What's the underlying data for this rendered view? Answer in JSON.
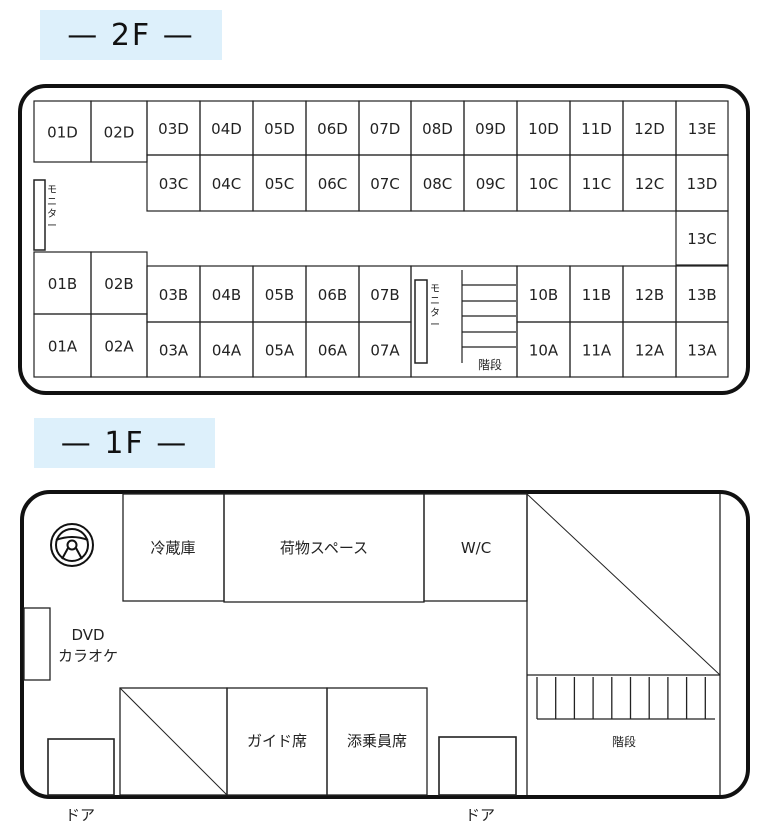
{
  "floor2": {
    "header": "— 2F —",
    "row_d": [
      "01D",
      "02D",
      "03D",
      "04D",
      "05D",
      "06D",
      "07D",
      "08D",
      "09D",
      "10D",
      "11D",
      "12D",
      "13E"
    ],
    "row_c": [
      "03C",
      "04C",
      "05C",
      "06C",
      "07C",
      "08C",
      "09C",
      "10C",
      "11C",
      "12C",
      "13D"
    ],
    "aisle_seat": "13C",
    "row_b": [
      "01B",
      "02B",
      "03B",
      "04B",
      "05B",
      "06B",
      "07B",
      "10B",
      "11B",
      "12B",
      "13B"
    ],
    "row_a": [
      "01A",
      "02A",
      "03A",
      "04A",
      "05A",
      "06A",
      "07A",
      "10A",
      "11A",
      "12A",
      "13A"
    ],
    "monitor_label": [
      "モ",
      "ニ",
      "タ",
      "ー"
    ],
    "stairs_label": "階段"
  },
  "floor1": {
    "header": "— 1F —",
    "fridge": "冷蔵庫",
    "luggage": "荷物スペース",
    "wc": "W/C",
    "dvd": "DVD",
    "karaoke": "カラオケ",
    "guide_seat": "ガイド席",
    "conductor_seat": "添乗員席",
    "stairs_label": "階段",
    "door_front": "ドア",
    "door_middle": "ドア"
  }
}
